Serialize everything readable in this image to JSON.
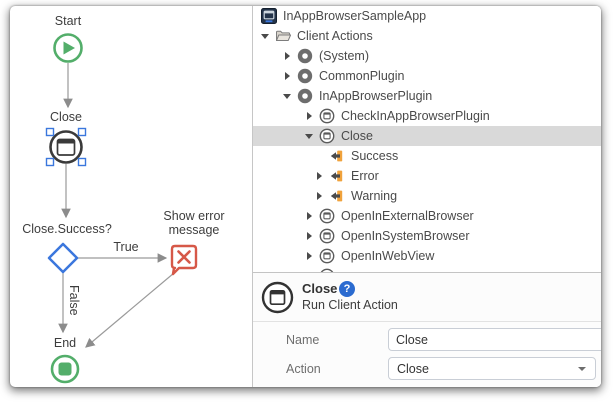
{
  "flow": {
    "start_label": "Start",
    "close_label": "Close",
    "decision_label": "Close.Success?",
    "true_label": "True",
    "false_label": "False",
    "error_label": "Show error message",
    "end_label": "End",
    "colors": {
      "green": "#53ae6a",
      "blue": "#3b77dd",
      "red": "#d65848",
      "arrow_gray": "#8c8c8c",
      "node_dark": "#3a3a3a"
    }
  },
  "tree": {
    "items": [
      {
        "label": "InAppBrowserSampleApp",
        "level": 0,
        "icon": "app",
        "expand": "none"
      },
      {
        "label": "Client Actions",
        "level": 1,
        "icon": "folder",
        "expand": "expanded"
      },
      {
        "label": "(System)",
        "level": 2,
        "icon": "plugin",
        "expand": "collapsed"
      },
      {
        "label": "CommonPlugin",
        "level": 2,
        "icon": "plugin",
        "expand": "collapsed"
      },
      {
        "label": "InAppBrowserPlugin",
        "level": 2,
        "icon": "plugin",
        "expand": "expanded"
      },
      {
        "label": "CheckInAppBrowserPlugin",
        "level": 3,
        "icon": "client-action",
        "expand": "collapsed"
      },
      {
        "label": "Close",
        "level": 3,
        "icon": "client-action",
        "expand": "expanded",
        "selected": true
      },
      {
        "label": "Success",
        "level": 4,
        "icon": "output-parameter",
        "expand": "none"
      },
      {
        "label": "Error",
        "level": 4,
        "icon": "output-parameter",
        "expand": "collapsed"
      },
      {
        "label": "Warning",
        "level": 4,
        "icon": "output-parameter",
        "expand": "collapsed"
      },
      {
        "label": "OpenInExternalBrowser",
        "level": 3,
        "icon": "client-action",
        "expand": "collapsed"
      },
      {
        "label": "OpenInSystemBrowser",
        "level": 3,
        "icon": "client-action",
        "expand": "collapsed"
      },
      {
        "label": "OpenInWebView",
        "level": 3,
        "icon": "client-action",
        "expand": "collapsed"
      }
    ],
    "selected_row_color": "#d9d9d9",
    "param_icon_color": "#f0a23b"
  },
  "properties": {
    "title": "Close",
    "subtitle": "Run Client Action",
    "help_glyph": "?",
    "fields": [
      {
        "label": "Name",
        "value": "Close",
        "type": "input"
      },
      {
        "label": "Action",
        "value": "Close",
        "type": "dropdown"
      }
    ]
  }
}
